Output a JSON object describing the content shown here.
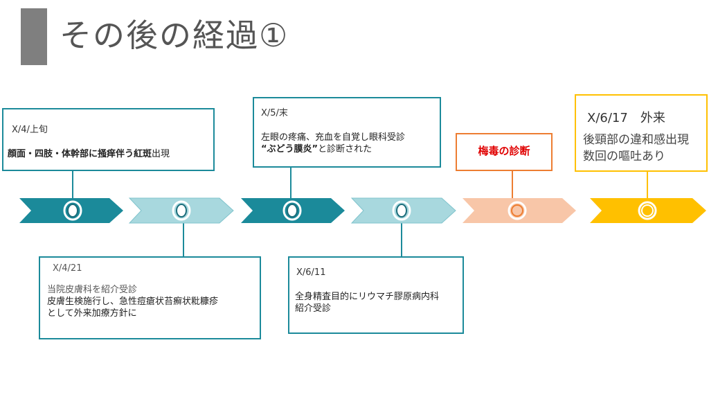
{
  "slide": {
    "title": "その後の経過①"
  },
  "colors": {
    "teal_dark": "#1b8a9a",
    "teal_light": "#a8d8de",
    "orange_light": "#f8c6a8",
    "orange": "#ed7d31",
    "gold": "#ffc000",
    "red_text": "#e00000"
  },
  "timeline": {
    "events": [
      {
        "date": "X/4/上旬",
        "lines": [
          [
            {
              "t": "顔面・四肢・体幹部に掻痒伴う紅斑",
              "b": true
            },
            {
              "t": "出現"
            }
          ]
        ]
      },
      {
        "date": "X/4/21",
        "lines": [
          [
            {
              "t": "当院皮膚科を紹介受診",
              "gray": true
            }
          ],
          [
            {
              "t": "皮膚生検施行し、急性痘瘡状苔癬状粃糠疹"
            }
          ],
          [
            {
              "t": "として外来加療方針に"
            }
          ]
        ]
      },
      {
        "date": "X/5/末",
        "lines": [
          [
            {
              "t": "左眼の疼痛、充血を自覚し眼科受診"
            }
          ],
          [
            {
              "t": "“ぶどう膜炎”",
              "b": true
            },
            {
              "t": "と診断された"
            }
          ]
        ]
      },
      {
        "date": "X/6/11",
        "lines": [
          [
            {
              "t": "全身精査目的にリウマチ膠原病内科"
            }
          ],
          [
            {
              "t": "紹介受診"
            }
          ]
        ]
      },
      {
        "label": "梅毒の診断"
      },
      {
        "date": "X/6/17　外来",
        "lines": [
          [
            {
              "t": "後頸部の違和感出現"
            }
          ],
          [
            {
              "t": "数回の嘔吐あり"
            }
          ]
        ]
      }
    ]
  }
}
